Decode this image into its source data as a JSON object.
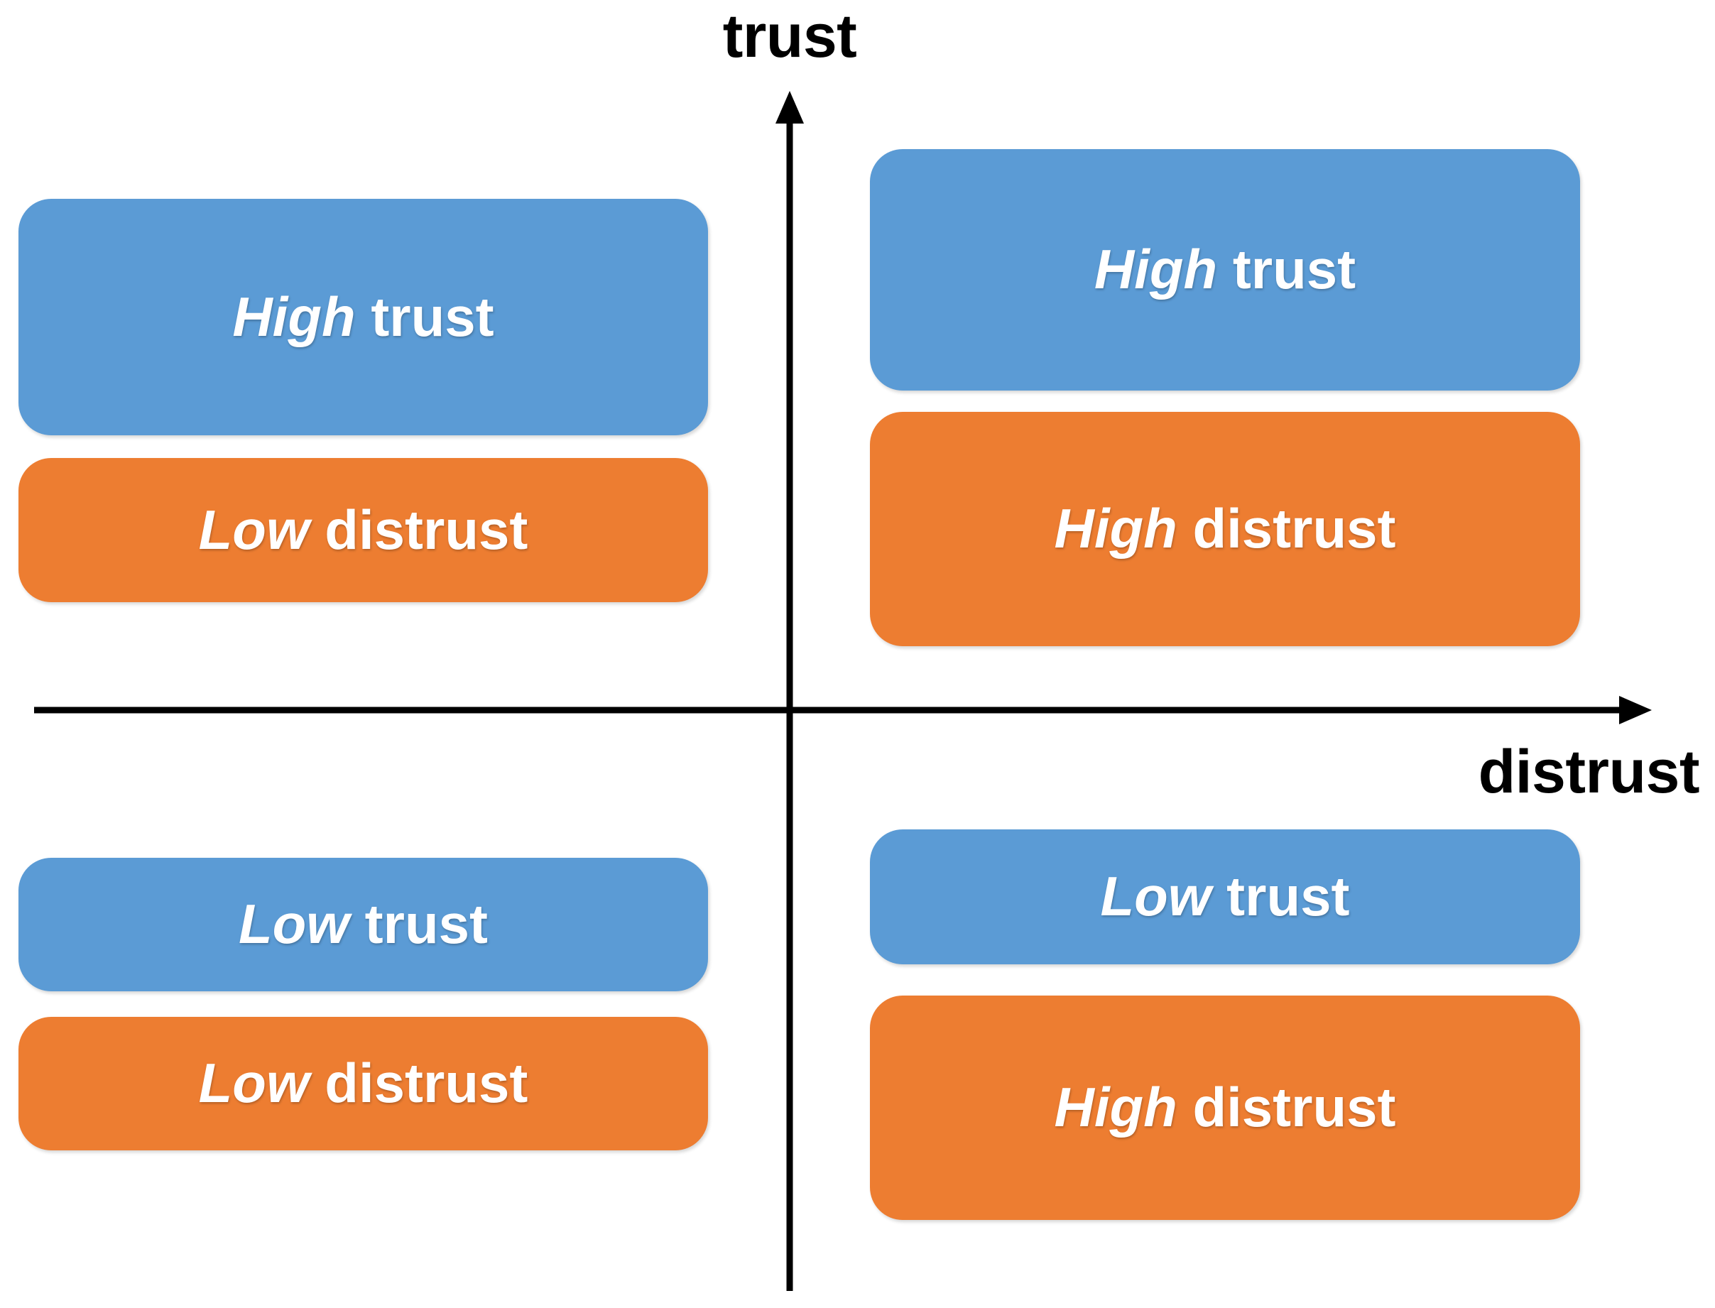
{
  "diagram": {
    "title": "Trust and distrust two-dimensional quadrant model",
    "background_color": "#FFFFFF",
    "colors": {
      "trust_box": "#5B9BD5",
      "distrust_box": "#ED7D31",
      "axis": "#000000",
      "box_text": "#FFFFFF"
    }
  },
  "axes": {
    "y_label": "trust",
    "x_label": "distrust",
    "y_axis": {
      "orientation": "vertical",
      "arrow_at": "top"
    },
    "x_axis": {
      "orientation": "horizontal",
      "arrow_at": "right"
    }
  },
  "quadrants": [
    {
      "id": "top-left",
      "position": "low distrust / high trust",
      "boxes": [
        {
          "id": "tl-trust",
          "color": "blue",
          "level": "High",
          "dimension": "trust"
        },
        {
          "id": "tl-distrust",
          "color": "orange",
          "level": "Low",
          "dimension": "distrust"
        }
      ]
    },
    {
      "id": "top-right",
      "position": "high distrust / high trust",
      "boxes": [
        {
          "id": "tr-trust",
          "color": "blue",
          "level": "High",
          "dimension": "trust"
        },
        {
          "id": "tr-distrust",
          "color": "orange",
          "level": "High",
          "dimension": "distrust"
        }
      ]
    },
    {
      "id": "bottom-left",
      "position": "low distrust / low trust",
      "boxes": [
        {
          "id": "bl-trust",
          "color": "blue",
          "level": "Low",
          "dimension": "trust"
        },
        {
          "id": "bl-distrust",
          "color": "orange",
          "level": "Low",
          "dimension": "distrust"
        }
      ]
    },
    {
      "id": "bottom-right",
      "position": "high distrust / low trust",
      "boxes": [
        {
          "id": "br-trust",
          "color": "blue",
          "level": "Low",
          "dimension": "trust"
        },
        {
          "id": "br-distrust",
          "color": "orange",
          "level": "High",
          "dimension": "distrust"
        }
      ]
    }
  ],
  "labels": {
    "tl_trust_level": "High",
    "tl_trust_word": "trust",
    "tl_distrust_level": "Low",
    "tl_distrust_word": "distrust",
    "tr_trust_level": "High",
    "tr_trust_word": "trust",
    "tr_distrust_level": "High",
    "tr_distrust_word": "distrust",
    "bl_trust_level": "Low",
    "bl_trust_word": "trust",
    "bl_distrust_level": "Low",
    "bl_distrust_word": "distrust",
    "br_trust_level": "Low",
    "br_trust_word": "trust",
    "br_distrust_level": "High",
    "br_distrust_word": "distrust"
  }
}
